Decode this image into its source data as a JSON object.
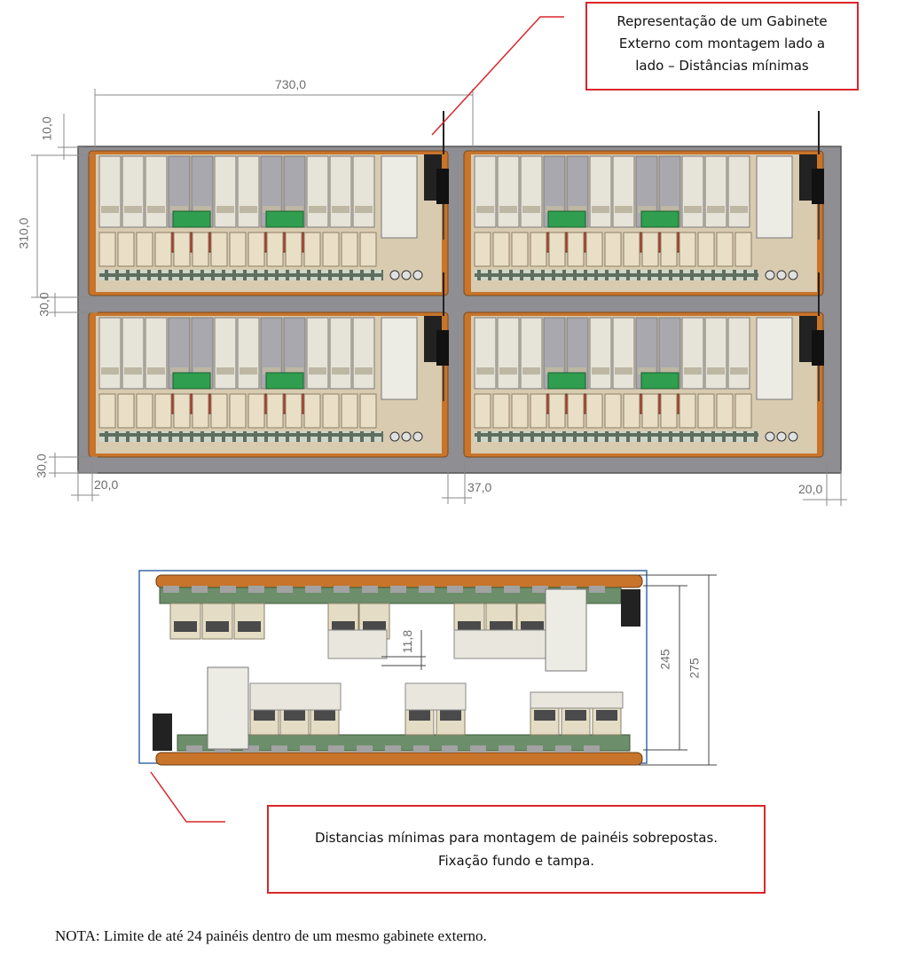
{
  "top_callout": {
    "lines": [
      "Representação de um Gabinete",
      "Externo com montagem lado a",
      "lado – Distâncias mínimas"
    ]
  },
  "bottom_callout": {
    "lines": [
      "Distancias mínimas para montagem de painéis sobrepostas.",
      "Fixação fundo e tampa."
    ]
  },
  "dimensions": {
    "width_total": "730,0",
    "top_margin": "10,0",
    "panel_height": "310,0",
    "gap_between_rows": "30,0",
    "bottom_margin": "30,0",
    "left_margin": "20,0",
    "gap_between_columns": "37,0",
    "right_margin": "20,0",
    "inner_gap": "11,8",
    "inner_height": "245",
    "outer_height": "275"
  },
  "note": "NOTA: Limite de até 24 painéis dentro de um mesmo gabinete externo.",
  "colors": {
    "callout_border": "#d9262b",
    "cabinet": "#8b8b8f",
    "panel_frame": "#c8742a",
    "module": "#e6e3d8",
    "green_board": "#2f9e4e",
    "red_bus": "#a83a2a",
    "dim_line": "#8a8a8a",
    "frame_blue": "#3b6aa8"
  }
}
